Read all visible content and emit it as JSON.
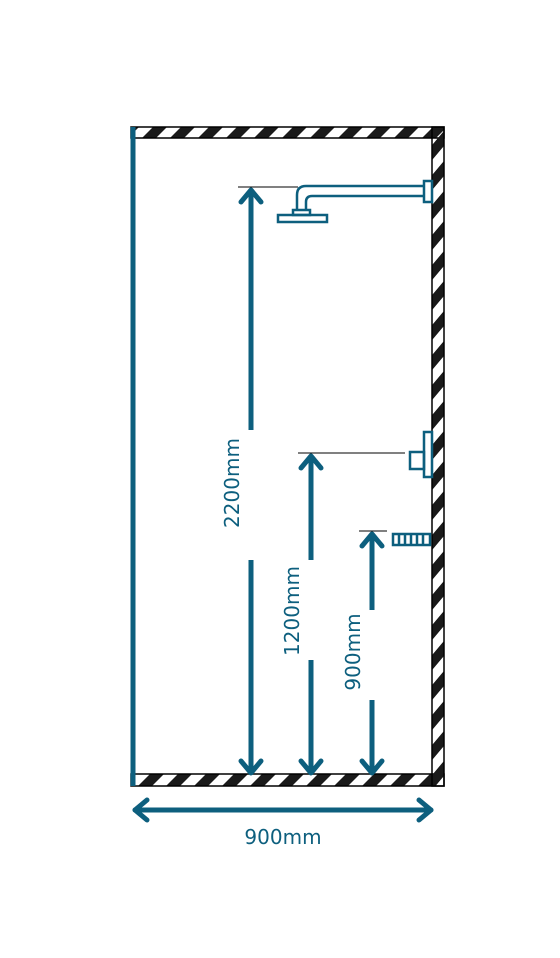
{
  "colors": {
    "primary": "#0d5f7e",
    "hatch": "#1a1a1a",
    "background": "#ffffff",
    "line": "#000000"
  },
  "labels": {
    "shower_head_height": "2200mm",
    "mixer_valve_height": "1200mm",
    "controls_height": "900mm",
    "cubicle_width": "900mm"
  },
  "icons": {
    "shower_head": "rainfall-shower-head-icon",
    "mixer_valve": "shower-mixer-valve-icon",
    "controls": "slider-rail-controls-icon"
  }
}
